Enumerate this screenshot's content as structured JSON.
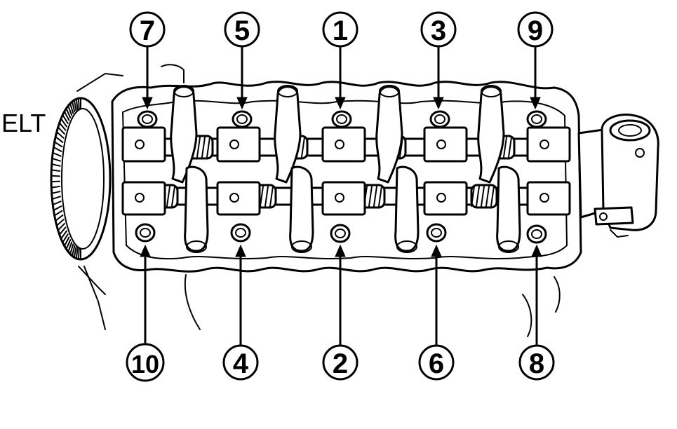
{
  "diagram": {
    "side_label": "ELT",
    "bolts_top": [
      {
        "label": "7"
      },
      {
        "label": "5"
      },
      {
        "label": "1"
      },
      {
        "label": "3"
      },
      {
        "label": "9"
      }
    ],
    "bolts_bottom": [
      {
        "label": "10"
      },
      {
        "label": "4"
      },
      {
        "label": "2"
      },
      {
        "label": "6"
      },
      {
        "label": "8"
      }
    ]
  }
}
